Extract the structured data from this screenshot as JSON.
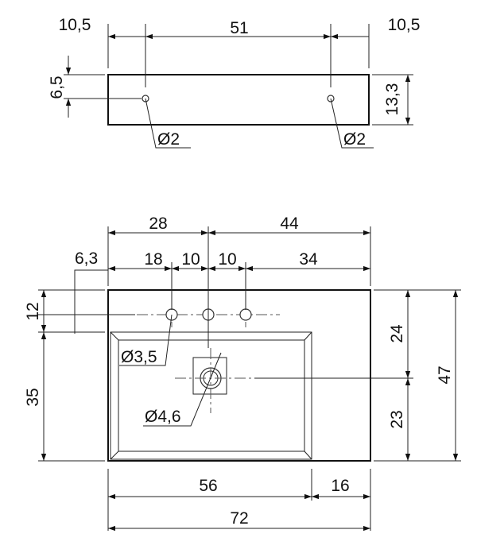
{
  "top_view": {
    "dim_left_margin": "10,5",
    "dim_hole_spacing": "51",
    "dim_right_margin": "10,5",
    "dim_hole_height": "6,5",
    "dim_depth": "13,3",
    "hole_left_diameter": "Ø2",
    "hole_right_diameter": "Ø2"
  },
  "front_view": {
    "dim_to_center": "28",
    "dim_from_center": "44",
    "dim_edge_offset": "6,3",
    "dim_tap_left": "18",
    "dim_tap_gap_left": "10",
    "dim_tap_gap_right": "10",
    "dim_tap_right": "34",
    "dim_tap_row_height": "12",
    "dim_basin_height": "35",
    "dim_upper_right": "24",
    "dim_lower_right": "23",
    "dim_total_height": "47",
    "tap_hole_diameter": "Ø3,5",
    "drain_diameter": "Ø4,6",
    "dim_basin_width": "56",
    "dim_shelf_width": "16",
    "dim_total_width": "72"
  }
}
